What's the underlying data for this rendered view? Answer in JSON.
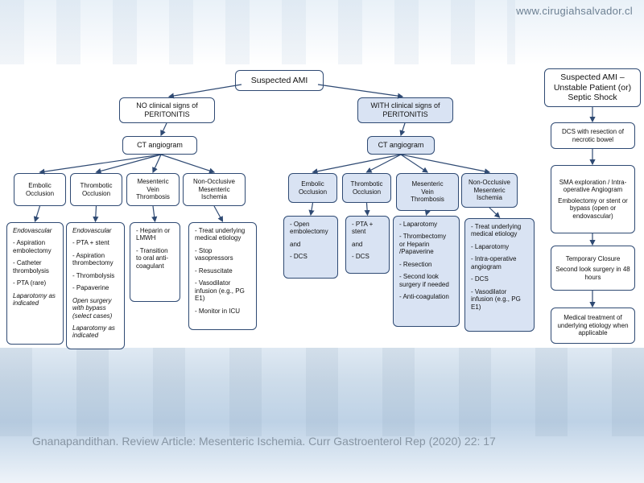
{
  "header": {
    "site": "www.cirugiahsalvador.cl"
  },
  "citation": "Gnanapandithan. Review Article: Mesenteric Ischemia. Curr Gastroenterol Rep (2020) 22: 17",
  "root": "Suspected AMI",
  "no_signs": {
    "title": [
      "NO clinical signs of",
      "PERITONITIS"
    ],
    "ct": "CT angiogram",
    "cats": [
      {
        "lines": [
          "Embolic",
          "Occlusion"
        ]
      },
      {
        "lines": [
          "Thrombotic",
          "Occlusion"
        ]
      },
      {
        "lines": [
          "Mesenteric",
          "Vein",
          "Thrombosis"
        ]
      },
      {
        "lines": [
          "Non-Occlusive",
          "Mesenteric",
          "Ischemia"
        ]
      }
    ],
    "tx": [
      {
        "items": [
          {
            "t": "Endovascular",
            "italic": true
          },
          {
            "t": "- Aspiration embolectomy"
          },
          {
            "t": "- Catheter thrombolysis"
          },
          {
            "t": "- PTA (rare)"
          },
          {
            "t": "Laparotomy as indicated",
            "italic": true
          }
        ]
      },
      {
        "items": [
          {
            "t": "Endovascular",
            "italic": true
          },
          {
            "t": "- PTA + stent"
          },
          {
            "t": "- Aspiration thrombectomy"
          },
          {
            "t": "- Thrombolysis"
          },
          {
            "t": "- Papaverine"
          },
          {
            "t": "Open surgery with bypass (select cases)",
            "italic": true
          },
          {
            "t": "Laparotomy as indicated",
            "italic": true
          }
        ]
      },
      {
        "items": [
          {
            "t": "- Heparin or LMWH"
          },
          {
            "t": "- Transition to oral anti-coagulant"
          }
        ]
      },
      {
        "items": [
          {
            "t": "- Treat underlying medical etiology"
          },
          {
            "t": "- Stop vasopressors"
          },
          {
            "t": "- Resuscitate"
          },
          {
            "t": "- Vasodilator infusion (e.g., PG E1)"
          },
          {
            "t": "- Monitor in ICU"
          }
        ]
      }
    ]
  },
  "with_signs": {
    "title": [
      "WITH clinical signs of",
      "PERITONITIS"
    ],
    "ct": "CT angiogram",
    "cats": [
      {
        "lines": [
          "Embolic",
          "Occlusion"
        ]
      },
      {
        "lines": [
          "Thrombotic",
          "Occlusion"
        ]
      },
      {
        "lines": [
          "Mesenteric",
          "Vein",
          "Thrombosis"
        ]
      },
      {
        "lines": [
          "Non-Occlusive",
          "Mesenteric",
          "Ischemia"
        ]
      }
    ],
    "tx": [
      {
        "items": [
          {
            "t": "- Open embolectomy"
          },
          {
            "t": "and"
          },
          {
            "t": "- DCS"
          }
        ]
      },
      {
        "items": [
          {
            "t": "- PTA + stent"
          },
          {
            "t": "and"
          },
          {
            "t": "- DCS"
          }
        ]
      },
      {
        "items": [
          {
            "t": "- Laparotomy"
          },
          {
            "t": "- Thrombectomy or Heparin /Papaverine"
          },
          {
            "t": "- Resection"
          },
          {
            "t": "- Second look surgery if needed"
          },
          {
            "t": "- Anti-coagulation"
          }
        ]
      },
      {
        "items": [
          {
            "t": "- Treat underlying medical etiology"
          },
          {
            "t": "- Laparotomy"
          },
          {
            "t": "- Intra-operative angiogram"
          },
          {
            "t": "- DCS"
          },
          {
            "t": "- Vasodilator infusion (e.g., PG E1)"
          }
        ]
      }
    ]
  },
  "unstable": {
    "title": [
      "Suspected AMI –",
      "Unstable Patient (or)",
      "Septic Shock"
    ],
    "steps": [
      {
        "paras": [
          "DCS with resection of necrotic bowel"
        ]
      },
      {
        "paras": [
          "SMA exploration / Intra-operative Angiogram",
          "Embolectomy or stent or bypass (open or endovascular)"
        ]
      },
      {
        "paras": [
          "Temporary Closure",
          "Second look surgery in 48 hours"
        ]
      },
      {
        "paras": [
          "Medical treatment of underlying etiology when applicable"
        ]
      }
    ]
  }
}
